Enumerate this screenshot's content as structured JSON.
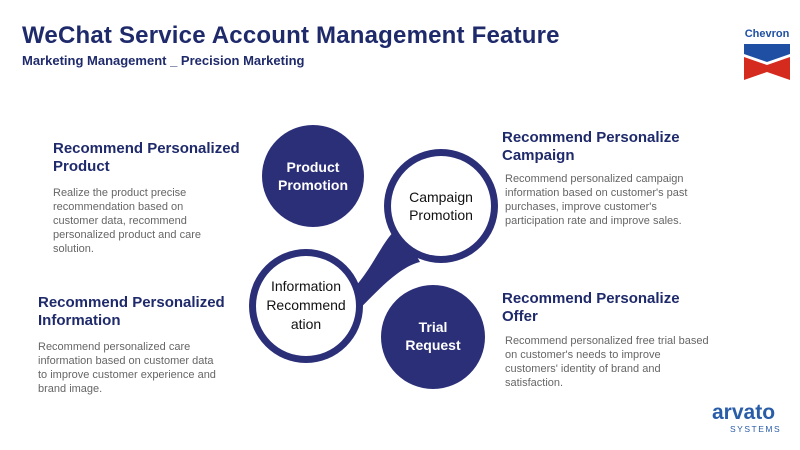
{
  "slide": {
    "title": "WeChat Service Account Management Feature",
    "subtitle": "Marketing Management _ Precision Marketing"
  },
  "logos": {
    "chevron": "Chevron",
    "arvato_main": "arvato",
    "arvato_sub": "SYSTEMS"
  },
  "diagram": {
    "product_promotion": "Product\nPromotion",
    "campaign_promotion": "Campaign\nPromotion",
    "information_recommendation": "Information\nRecommend\nation",
    "trial_request": "Trial\nRequest"
  },
  "sections": {
    "product": {
      "heading": "Recommend Personalized\nProduct",
      "text": "Realize the product precise\nrecommendation based on\ncustomer data,  recommend\npersonalized product and care\nsolution."
    },
    "information": {
      "heading": "Recommend Personalized\nInformation",
      "text": "Recommend personalized care\ninformation based on customer data\nto improve customer experience and\nbrand image."
    },
    "campaign": {
      "heading": "Recommend Personalize\nCampaign",
      "text": "Recommend personalized campaign\ninformation based on customer's past\npurchases, improve customer's\nparticipation rate and improve sales."
    },
    "offer": {
      "heading": "Recommend Personalize\nOffer",
      "text": "Recommend personalized free trial based\non customer's needs to improve\ncustomers' identity of brand and\nsatisfaction."
    }
  },
  "colors": {
    "navy": "#1f2a6b",
    "circle_fill": "#2b2f78",
    "chevron_blue": "#1f4fa3",
    "chevron_red": "#d52b1e",
    "arvato_blue": "#2a5da8"
  }
}
